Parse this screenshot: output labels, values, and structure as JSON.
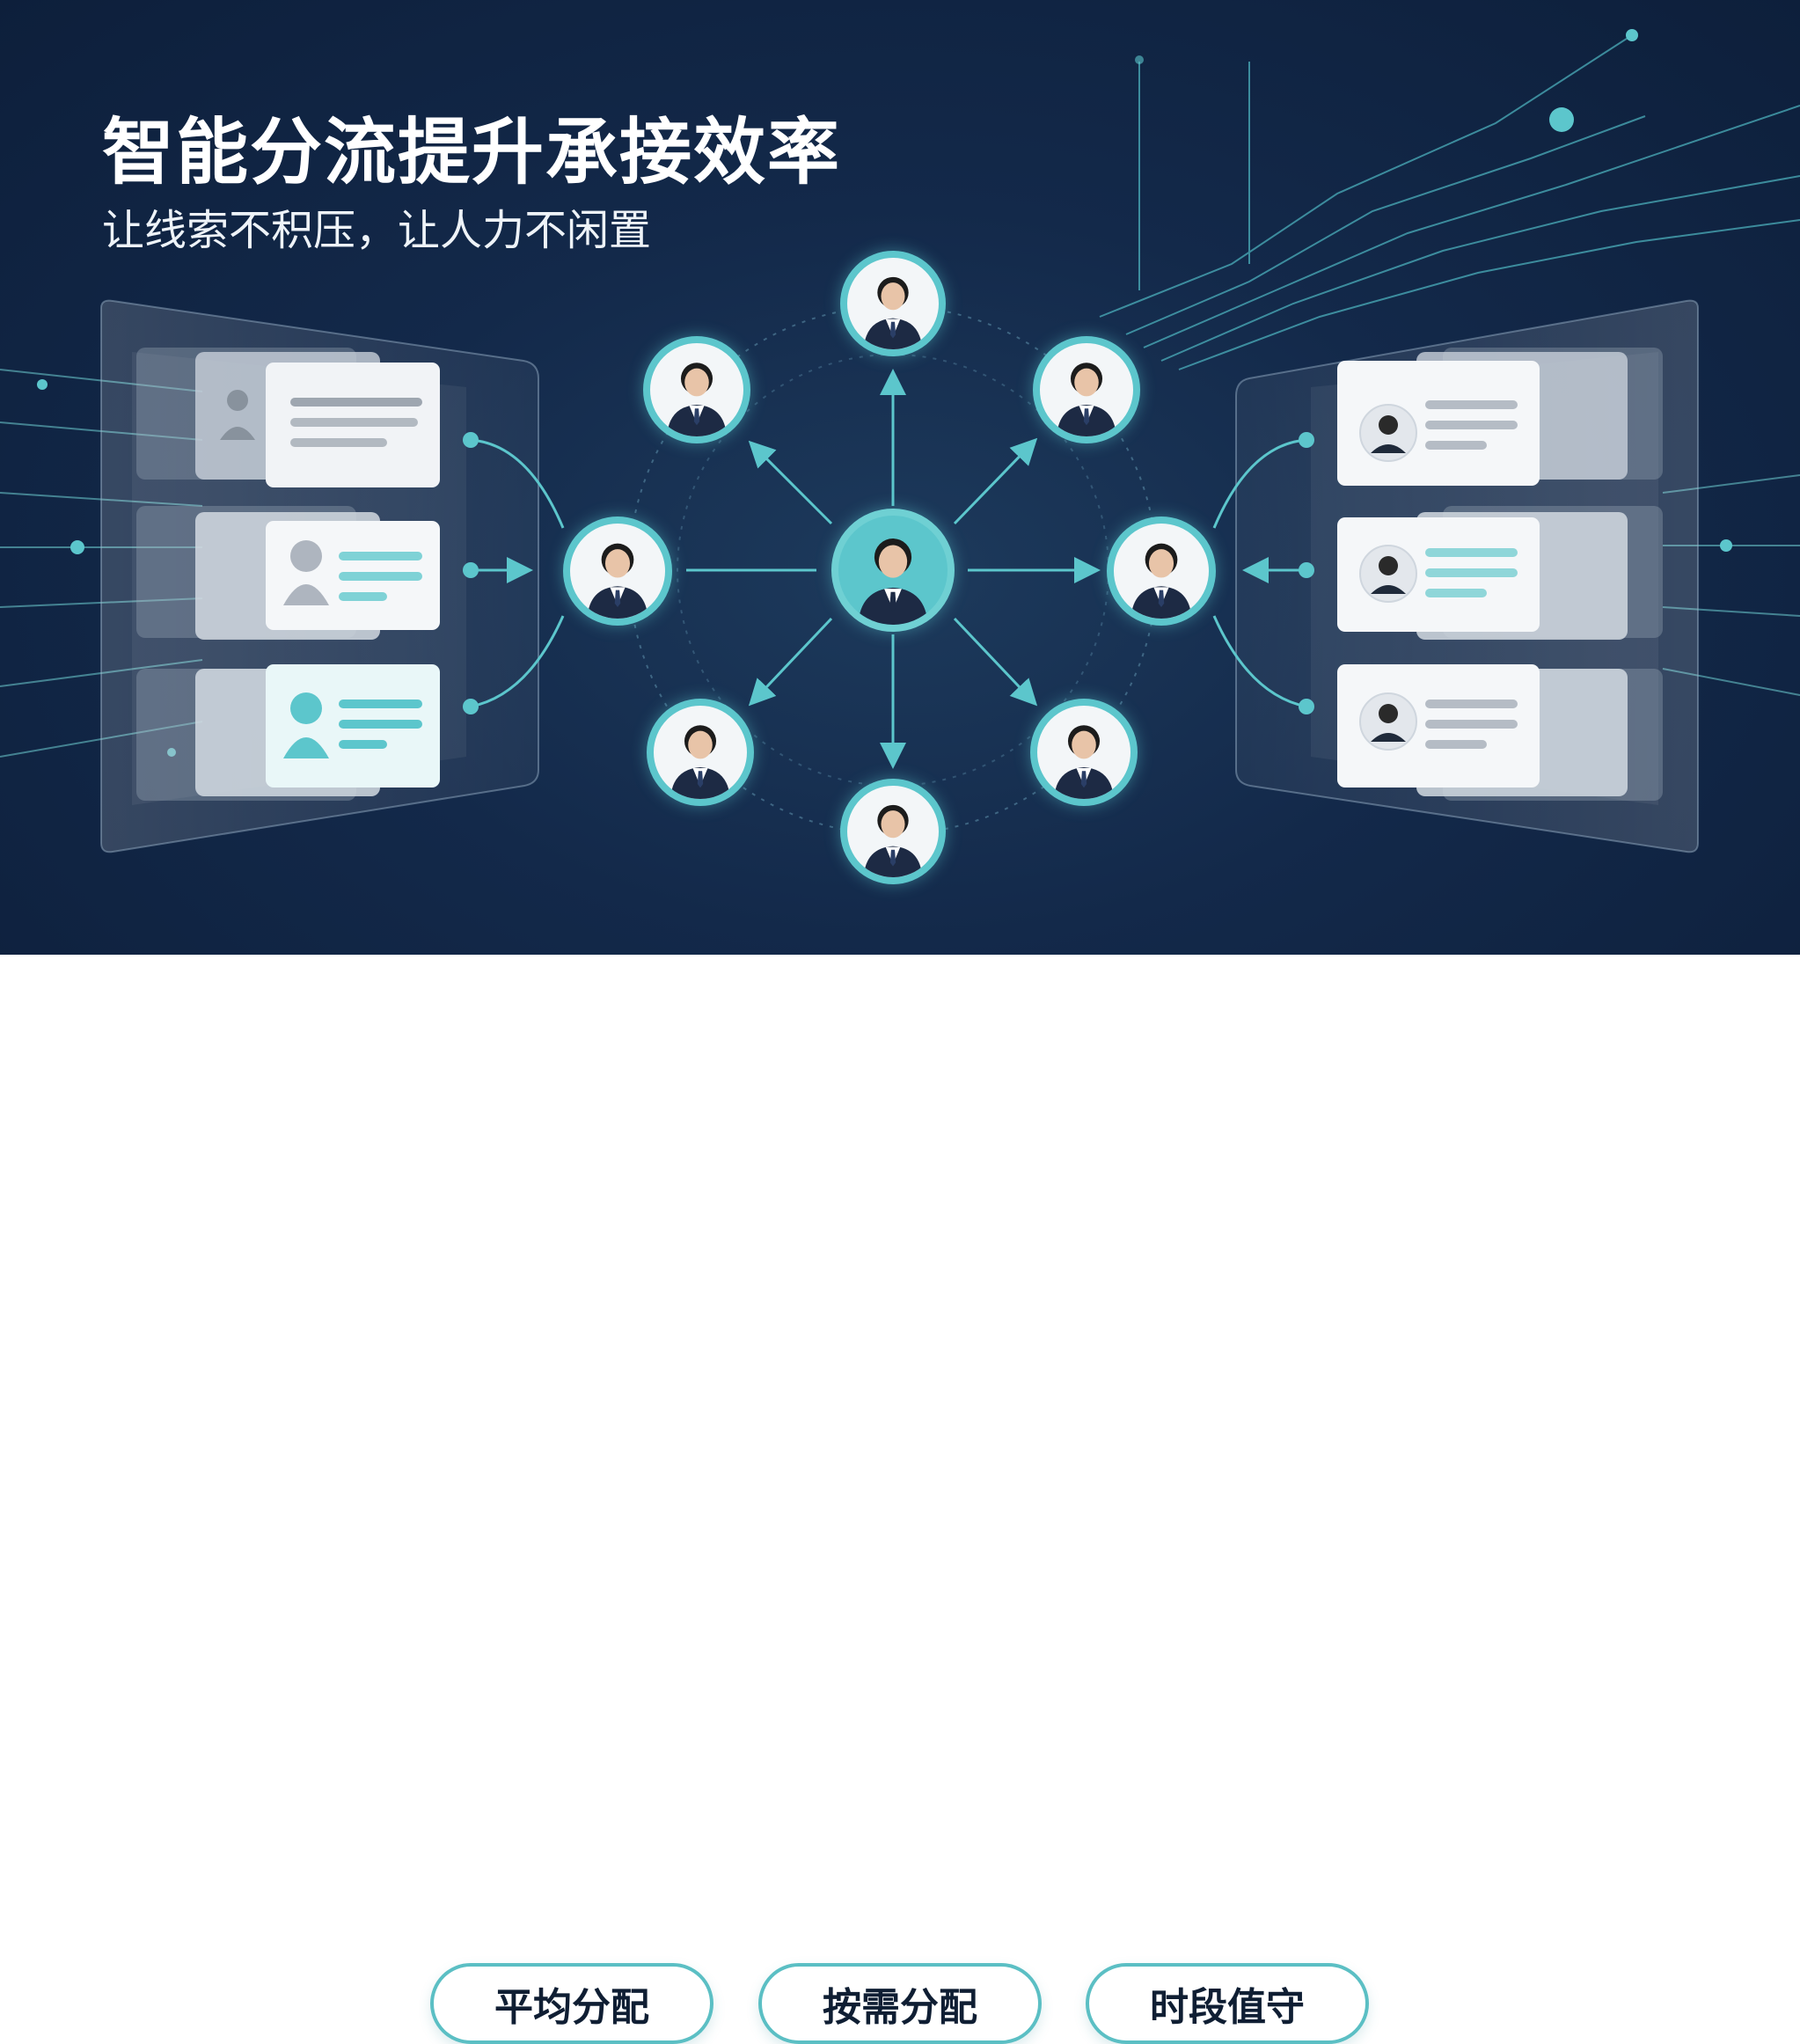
{
  "header": {
    "title": "智能分流提升承接效率",
    "subtitle": "让线索不积压，让人力不闲置"
  },
  "colors": {
    "background": "#13294a",
    "accent": "#5cc6cc",
    "pill_border": "#5bbfc4",
    "text_dark": "#0f1e33"
  },
  "icons": {
    "person": "person-icon",
    "lead_card": "lead-card-icon"
  },
  "modes": [
    {
      "label": "平均分配"
    },
    {
      "label": "按需分配"
    },
    {
      "label": "时段值守"
    }
  ]
}
